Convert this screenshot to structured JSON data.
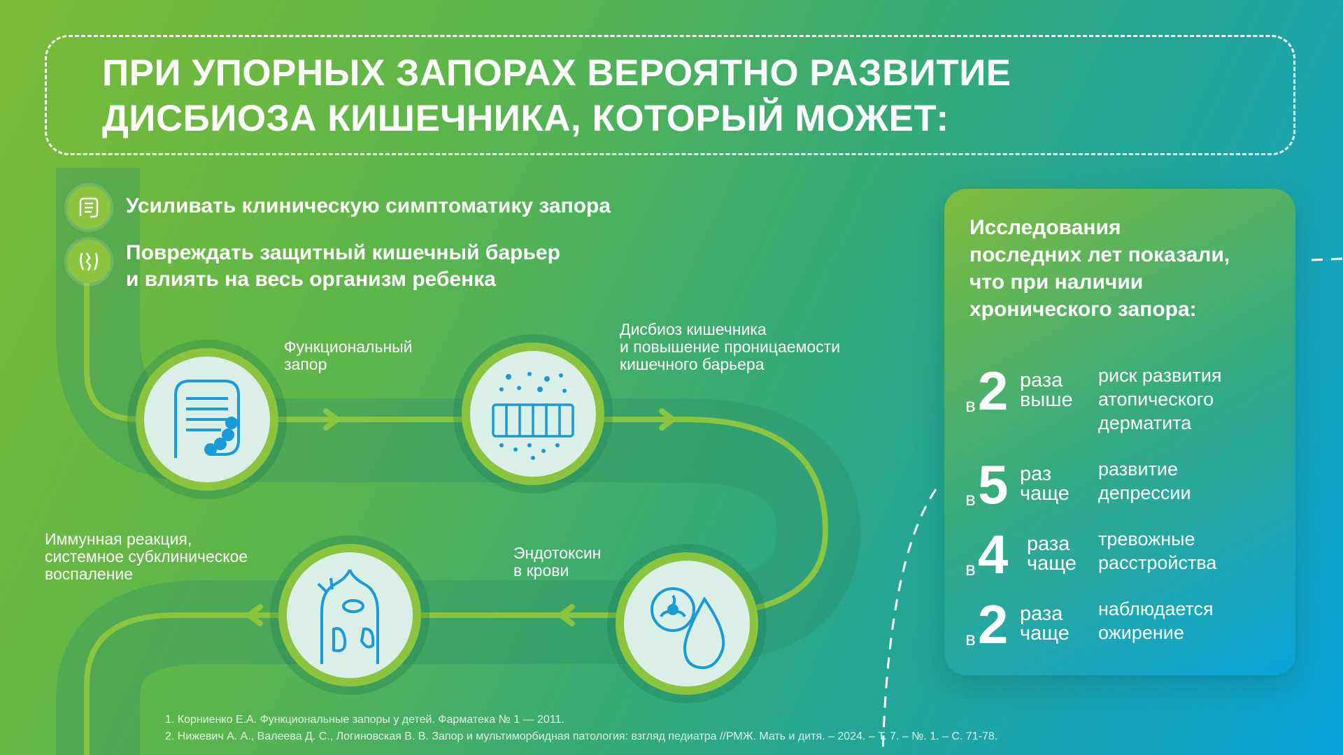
{
  "title": {
    "line1": "ПРИ УПОРНЫХ ЗАПОРАХ ВЕРОЯТНО РАЗВИТИЕ",
    "line2": "ДИСБИОЗА КИШЕЧНИКА, КОТОРЫЙ МОЖЕТ:"
  },
  "bullets": [
    {
      "icon": "intestine-icon",
      "line1": "Усиливать клиническую симптоматику запора",
      "line2": ""
    },
    {
      "icon": "broken-barrier-icon",
      "line1": "Повреждать защитный кишечный барьер",
      "line2": "и влиять на весь организм ребенка"
    }
  ],
  "steps": [
    {
      "icon": "intestine-icon",
      "lines": [
        "Функциональный",
        "запор"
      ]
    },
    {
      "icon": "bacteria-barrier-icon",
      "lines": [
        "Дисбиоз кишечника",
        "и повышение проницаемости",
        "кишечного барьера"
      ]
    },
    {
      "icon": "biohazard-drop-icon",
      "lines": [
        "Эндотоксин",
        "в крови"
      ]
    },
    {
      "icon": "inflamed-body-icon",
      "lines": [
        "Иммунная реакция,",
        "системное субклиническое",
        "воспаление"
      ]
    }
  ],
  "panel": {
    "title_lines": [
      "Исследования",
      "последних лет показали,",
      "что при наличии",
      "хронического запора:"
    ],
    "stats": [
      {
        "prefix": "в",
        "number": "2",
        "unit1": "раза",
        "unit2": "выше",
        "desc": [
          "риск развития",
          "атопического",
          "дерматита"
        ]
      },
      {
        "prefix": "в",
        "number": "5",
        "unit1": "раз",
        "unit2": "чаще",
        "desc": [
          "развитие",
          "депрессии"
        ]
      },
      {
        "prefix": "в",
        "number": "4",
        "unit1": "раза",
        "unit2": "чаще",
        "desc": [
          "тревожные",
          "расстройства"
        ]
      },
      {
        "prefix": "в",
        "number": "2",
        "unit1": "раза",
        "unit2": "чаще",
        "desc": [
          "наблюдается",
          "ожирение"
        ]
      }
    ]
  },
  "references": [
    "1. Корниенко Е.А. Функциональные запоры у детей. Фарматека № 1 — 2011.",
    "2. Нижевич А. А., Валеева Д. С., Логиновская В. В. Запор и мультиморбидная патология: взгляд педиатра //РМЖ. Мать и дитя. – 2024. – Т. 7. – №. 1. – С. 71-78."
  ],
  "colors": {
    "accent_green": "#8bc43f",
    "path_dark": "#2f8f6a",
    "icon_blue": "#1a9bd7",
    "circle_fill": "#d9efe7"
  }
}
